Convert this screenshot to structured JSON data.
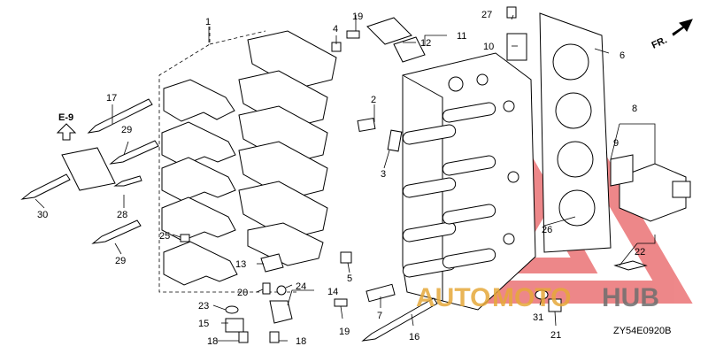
{
  "diagram": {
    "code": "ZY54E0920B",
    "reference": "E-9",
    "direction": "FR.",
    "callouts": [
      "1",
      "2",
      "3",
      "4",
      "5",
      "6",
      "7",
      "8",
      "9",
      "10",
      "11",
      "12",
      "13",
      "14",
      "15",
      "16",
      "17",
      "18",
      "18",
      "19",
      "19",
      "20",
      "21",
      "22",
      "23",
      "24",
      "25",
      "26",
      "27",
      "28",
      "29",
      "29",
      "30",
      "31"
    ]
  },
  "watermark": {
    "text_a": "AUTO",
    "text_b": "MOTO",
    "text_c": "HUB",
    "color_red": "#e0262a",
    "color_gold": "#e6a93a",
    "color_gray": "#6f6f6f"
  }
}
